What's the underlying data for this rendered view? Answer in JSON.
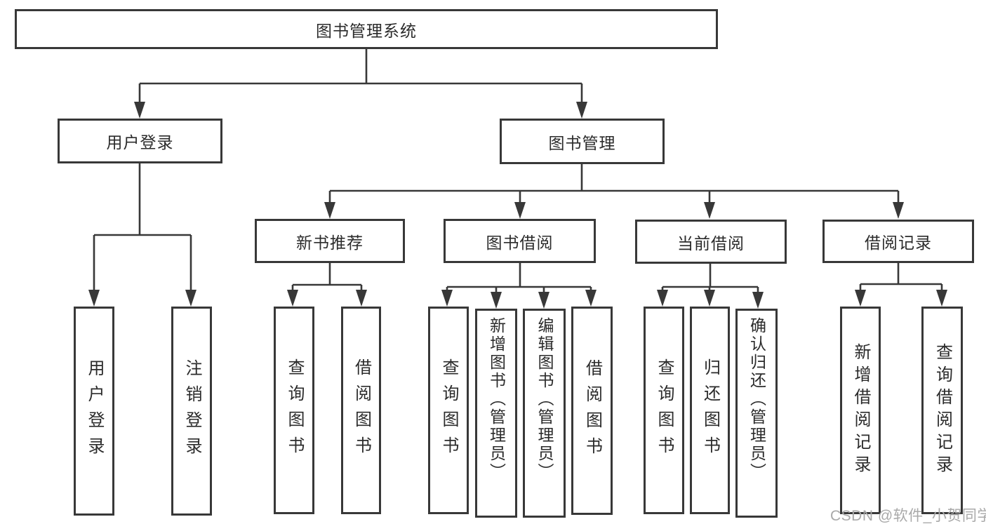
{
  "diagram_title": "图书管理系统",
  "tree": {
    "label": "图书管理系统",
    "children": [
      {
        "label": "用户登录",
        "children": [
          {
            "label": "用户登录"
          },
          {
            "label": "注销登录"
          }
        ]
      },
      {
        "label": "图书管理",
        "children": [
          {
            "label": "新书推荐",
            "children": [
              {
                "label": "查询图书"
              },
              {
                "label": "借阅图书"
              }
            ]
          },
          {
            "label": "图书借阅",
            "children": [
              {
                "label": "查询图书"
              },
              {
                "label": "新增图书（管理员）"
              },
              {
                "label": "编辑图书（管理员）"
              },
              {
                "label": "借阅图书"
              }
            ]
          },
          {
            "label": "当前借阅",
            "children": [
              {
                "label": "查询图书"
              },
              {
                "label": "归还图书"
              },
              {
                "label": "确认归还（管理员）"
              }
            ]
          },
          {
            "label": "借阅记录",
            "children": [
              {
                "label": "新增借阅记录"
              },
              {
                "label": "查询借阅记录"
              }
            ]
          }
        ]
      }
    ]
  },
  "watermark": {
    "text": "CSDN @软件_小贺同学"
  },
  "colors": {
    "line": "#383838",
    "text": "#2b2b2b",
    "watermark": "#a9a9a9",
    "bg": "#ffffff"
  }
}
